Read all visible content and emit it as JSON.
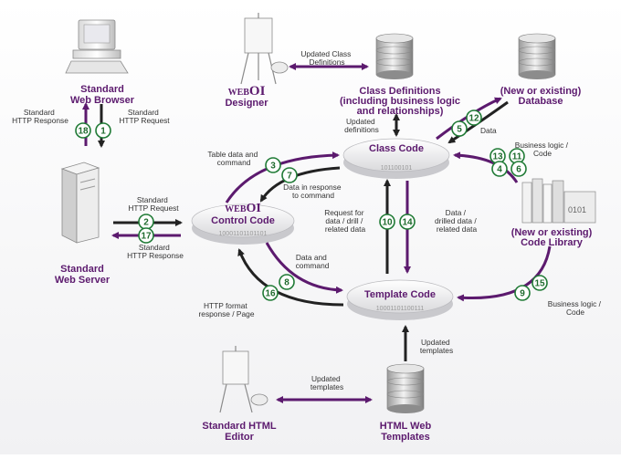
{
  "colors": {
    "accent_purple": "#5c1a6e",
    "badge_green": "#1f7a35",
    "arrow_dark": "#222222",
    "text_gray": "#333333"
  },
  "nodes": {
    "web_browser": {
      "line1": "Standard",
      "line2": "Web Browser",
      "icon": "computer-icon"
    },
    "web_server": {
      "line1": "Standard",
      "line2": "Web Server",
      "icon": "server-icon"
    },
    "designer": {
      "brand": "WEB",
      "brand_big": "OI",
      "line2": "Designer",
      "icon": "easel-icon"
    },
    "class_defs": {
      "line1": "Class Definitions",
      "line2": "(including business logic",
      "line3": "and relationships)",
      "icon": "database-icon"
    },
    "database": {
      "line1": "(New or existing)",
      "line2": "Database",
      "icon": "database-icon"
    },
    "class_code": {
      "title": "Class Code",
      "binary": "101100101"
    },
    "control_code": {
      "brand": "WEB",
      "brand_big": "OI",
      "title": "Control Code",
      "binary": "10001101101101"
    },
    "template_code": {
      "title": "Template Code",
      "binary": "10001101100111"
    },
    "code_library": {
      "line1": "(New or existing)",
      "line2": "Code Library",
      "icon": "books-icon",
      "binary": "0101"
    },
    "html_editor": {
      "line1": "Standard HTML",
      "line2": "Editor",
      "icon": "easel-icon"
    },
    "html_templates": {
      "line1": "HTML Web",
      "line2": "Templates",
      "icon": "database-icon"
    }
  },
  "labels": {
    "updated_class_defs": [
      "Updated Class",
      "Definitions"
    ],
    "std_http_response_top": [
      "Standard",
      "HTTP Response"
    ],
    "std_http_request_top": [
      "Standard",
      "HTTP Request"
    ],
    "updated_definitions": [
      "Updated",
      "definitions"
    ],
    "data_db": "Data",
    "business_logic_top": [
      "Business logic /",
      "Code"
    ],
    "table_data_command": [
      "Table data and",
      "command"
    ],
    "data_response_command": [
      "Data in response",
      "to command"
    ],
    "std_http_request_mid": [
      "Standard",
      "HTTP Request"
    ],
    "std_http_response_mid": [
      "Standard",
      "HTTP Response"
    ],
    "request_for_data": [
      "Request for",
      "data / drill /",
      "related data"
    ],
    "data_drilled": [
      "Data /",
      "drilled data /",
      "related data"
    ],
    "data_and_command": [
      "Data and",
      "command"
    ],
    "http_format_response": [
      "HTTP format",
      "response / Page"
    ],
    "business_logic_bottom": [
      "Business logic /",
      "Code"
    ],
    "updated_templates_right": [
      "Updated",
      "templates"
    ],
    "updated_templates_left": [
      "Updated",
      "templates"
    ]
  },
  "badges": {
    "b18": "18",
    "b1": "1",
    "b12": "12",
    "b5": "5",
    "b13": "13",
    "b11": "11",
    "b4": "4",
    "b6": "6",
    "b3": "3",
    "b7": "7",
    "b2": "2",
    "b17": "17",
    "b10": "10",
    "b14": "14",
    "b8": "8",
    "b16": "16",
    "b15": "15",
    "b9": "9"
  }
}
